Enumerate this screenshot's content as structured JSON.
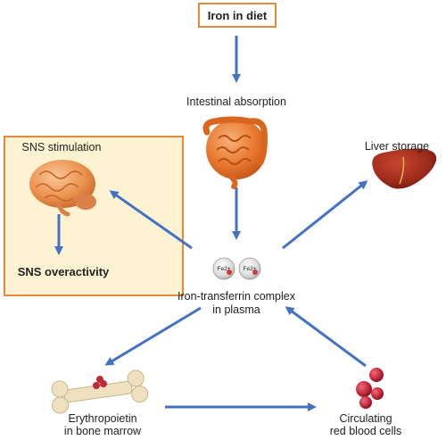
{
  "nodes": {
    "iron_in_diet": "Iron in diet",
    "intestinal_absorption": "Intestinal absorption",
    "sns_stimulation": "SNS stimulation",
    "sns_overactivity": "SNS overactivity",
    "liver_storage": "Liver storage",
    "fe_label_left": "Fe2+",
    "fe_label_right": "Fe2+",
    "iron_transferrin_line1": "Iron-transferrin complex",
    "iron_transferrin_line2": "in plasma",
    "erythropoietin_line1": "Erythropoietin",
    "erythropoietin_line2": "in bone marrow",
    "circulating_line1": "Circulating",
    "circulating_line2": "red blood cells"
  },
  "colors": {
    "arrow": "#4472c4",
    "highlight_border": "#e58a3b",
    "highlight_fill": "#fdf3d2",
    "organ_orange": "#e8782f",
    "liver": "#9b2a1c",
    "rbc": "#c0283a"
  },
  "icons": [
    "intestine-icon",
    "brain-icon",
    "liver-icon",
    "transferrin-icon",
    "bone-icon",
    "red-blood-cells-icon"
  ]
}
